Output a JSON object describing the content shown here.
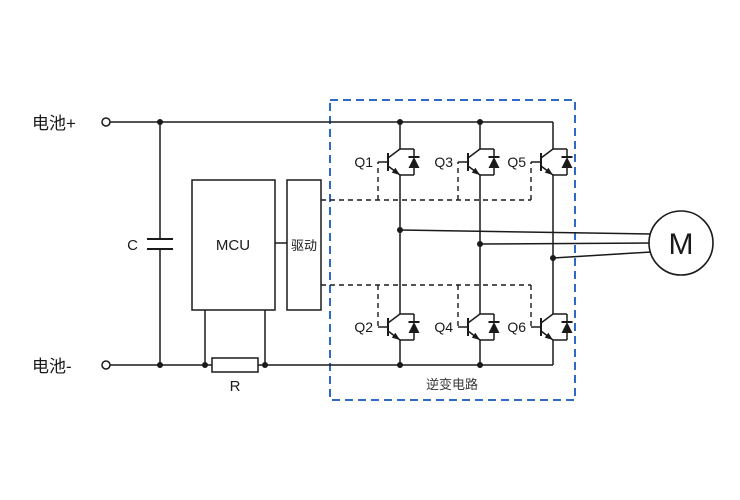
{
  "labels": {
    "battery_positive": "电池+",
    "battery_negative": "电池-",
    "capacitor": "C",
    "resistor": "R",
    "mcu": "MCU",
    "driver": "驱动",
    "inverter_circuit": "逆变电路",
    "motor": "M"
  },
  "transistors": {
    "q1": "Q1",
    "q2": "Q2",
    "q3": "Q3",
    "q4": "Q4",
    "q5": "Q5",
    "q6": "Q6"
  },
  "colors": {
    "wire": "#1a1a1a",
    "inverter_border": "#2f6bc6",
    "background": "#ffffff",
    "text": "#1a1a1a"
  }
}
